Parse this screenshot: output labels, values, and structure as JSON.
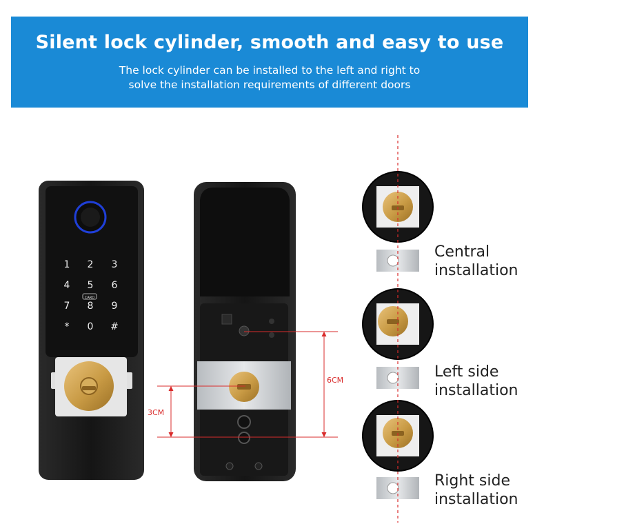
{
  "header": {
    "title": "Silent lock cylinder, smooth and easy to use",
    "subtitle_line1": "The lock cylinder can be installed to the left and right to",
    "subtitle_line2": "solve the installation requirements of different doors"
  },
  "keypad": {
    "keys": [
      "1",
      "2",
      "3",
      "4",
      "5",
      "6",
      "7",
      "8",
      "9",
      "*",
      "0",
      "#"
    ],
    "card_badge": "CARD"
  },
  "dimensions": {
    "short": "3CM",
    "long": "6CM"
  },
  "installations": [
    {
      "line1": "Central",
      "line2": "installation"
    },
    {
      "line1": "Left side",
      "line2": "installation"
    },
    {
      "line1": "Right side",
      "line2": "installation"
    }
  ],
  "colors": {
    "banner": "#1a8ad6",
    "brass": "#c89a44",
    "lock_body": "#1b1b1b",
    "dimension_line": "#d92b2b"
  }
}
